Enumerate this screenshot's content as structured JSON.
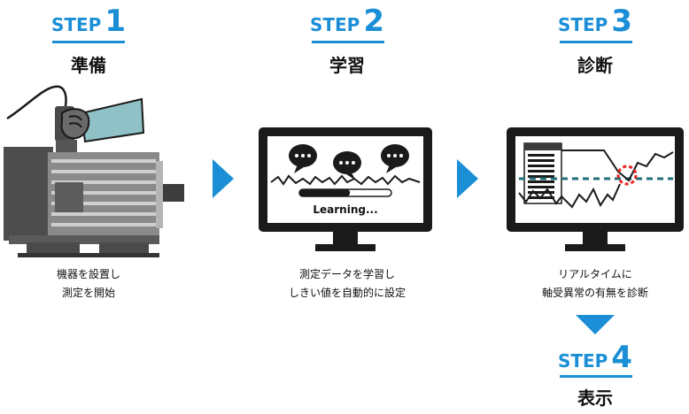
{
  "steps": [
    {
      "word": "STEP",
      "number": "1",
      "title": "準備",
      "desc": [
        "機器を設置し",
        "測定を開始"
      ]
    },
    {
      "word": "STEP",
      "number": "2",
      "title": "学習",
      "desc": [
        "測定データを学習し",
        "しきい値を自動的に設定"
      ]
    },
    {
      "word": "STEP",
      "number": "3",
      "title": "診断",
      "desc": [
        "リアルタイムに",
        "軸受異常の有無を診断"
      ]
    },
    {
      "word": "STEP",
      "number": "4",
      "title": "表示"
    }
  ],
  "monitor2": {
    "progress_label": "Learning...",
    "progress": 0.55
  },
  "colors": {
    "accent": "#1a8fd6",
    "monitor": "#1a1a1a",
    "teal": "#1f6f7a",
    "alert": "#e8251f",
    "sleeve": "#8fc1c6"
  }
}
